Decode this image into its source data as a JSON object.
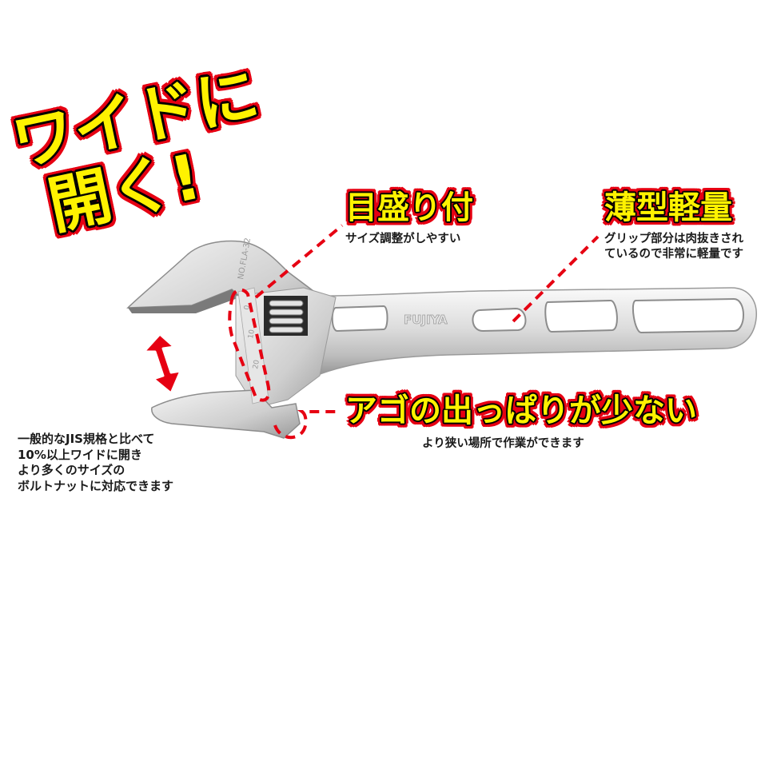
{
  "headline": {
    "line1": "ワイドに",
    "line2": "開く!"
  },
  "callouts": [
    {
      "id": "scale",
      "title": "目盛り付",
      "description": [
        "サイズ調整がしやすい"
      ]
    },
    {
      "id": "lightweight",
      "title": "薄型軽量",
      "description": [
        "グリップ部分は肉抜きされ",
        "ているので非常に軽量です"
      ]
    },
    {
      "id": "jaw",
      "title": "アゴの出っぱりが少ない",
      "description": [
        "より狭い場所で作業ができます"
      ]
    }
  ],
  "wide_note": [
    "一般的なJIS規格と比べて",
    "10%以上ワイドに開き",
    "より多くのサイズの",
    "ボルトナットに対応できます"
  ],
  "wrench": {
    "brand": "FUJIYA",
    "model": "NO.FLA-32",
    "scale_labels": [
      "0",
      "10",
      "20"
    ]
  },
  "colors": {
    "title_fill": "#FFF200",
    "title_outline_inner": "#000000",
    "title_outline_outer": "#E60012",
    "dash_line": "#E60012",
    "arrow": "#E60012",
    "metal_light": "#F2F2F2",
    "metal_mid": "#C8C8C8",
    "metal_dark": "#8A8A8A"
  }
}
